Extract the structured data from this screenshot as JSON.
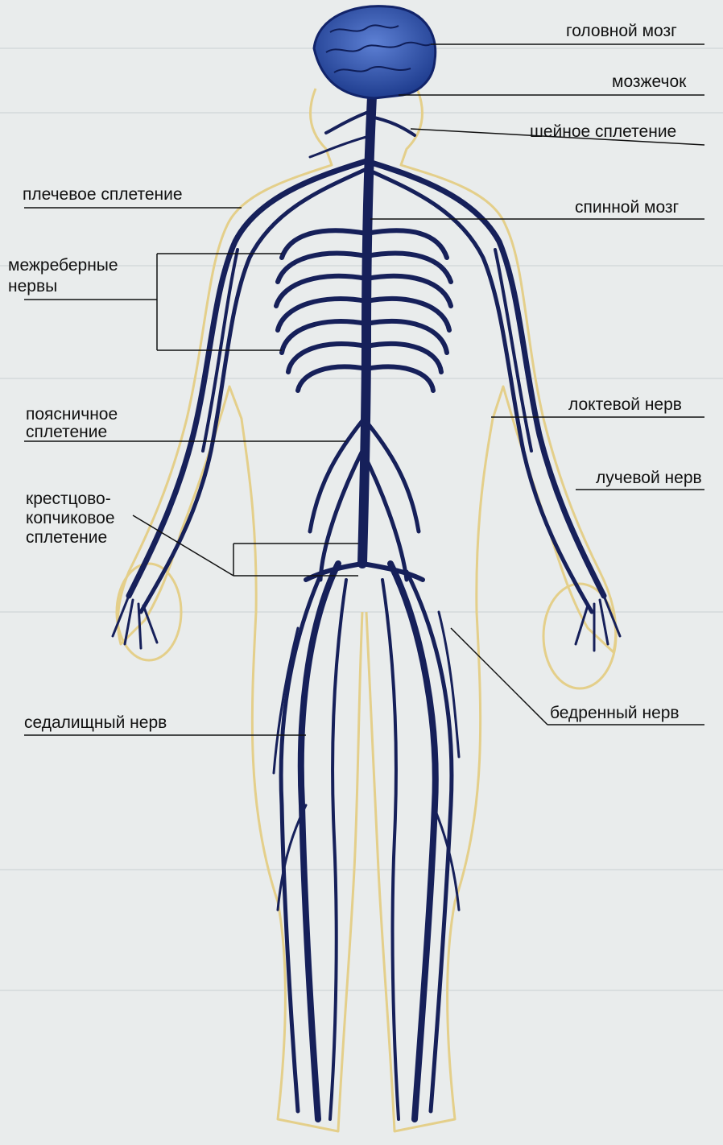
{
  "labels": {
    "brain": "головной мозг",
    "cerebellum": "мозжечок",
    "cervical_plexus": "шейное сплетение",
    "brachial_plexus": "плечевое сплетение",
    "spinal_cord": "спинной мозг",
    "intercostal_1": "межреберные",
    "intercostal_2": "нервы",
    "ulnar": "локтевой нерв",
    "lumbar_1": "поясничное",
    "lumbar_2": "сплетение",
    "radial": "лучевой нерв",
    "sacral_1": "крестцово-",
    "sacral_2": "копчиковое",
    "sacral_3": "сплетение",
    "femoral": "бедренный нерв",
    "sciatic": "седалищный нерв"
  },
  "colors": {
    "nerve": "#16205a",
    "brain": "#2c4fa8",
    "body_outline": "#e4cf8a",
    "page": "#e9ecec"
  }
}
